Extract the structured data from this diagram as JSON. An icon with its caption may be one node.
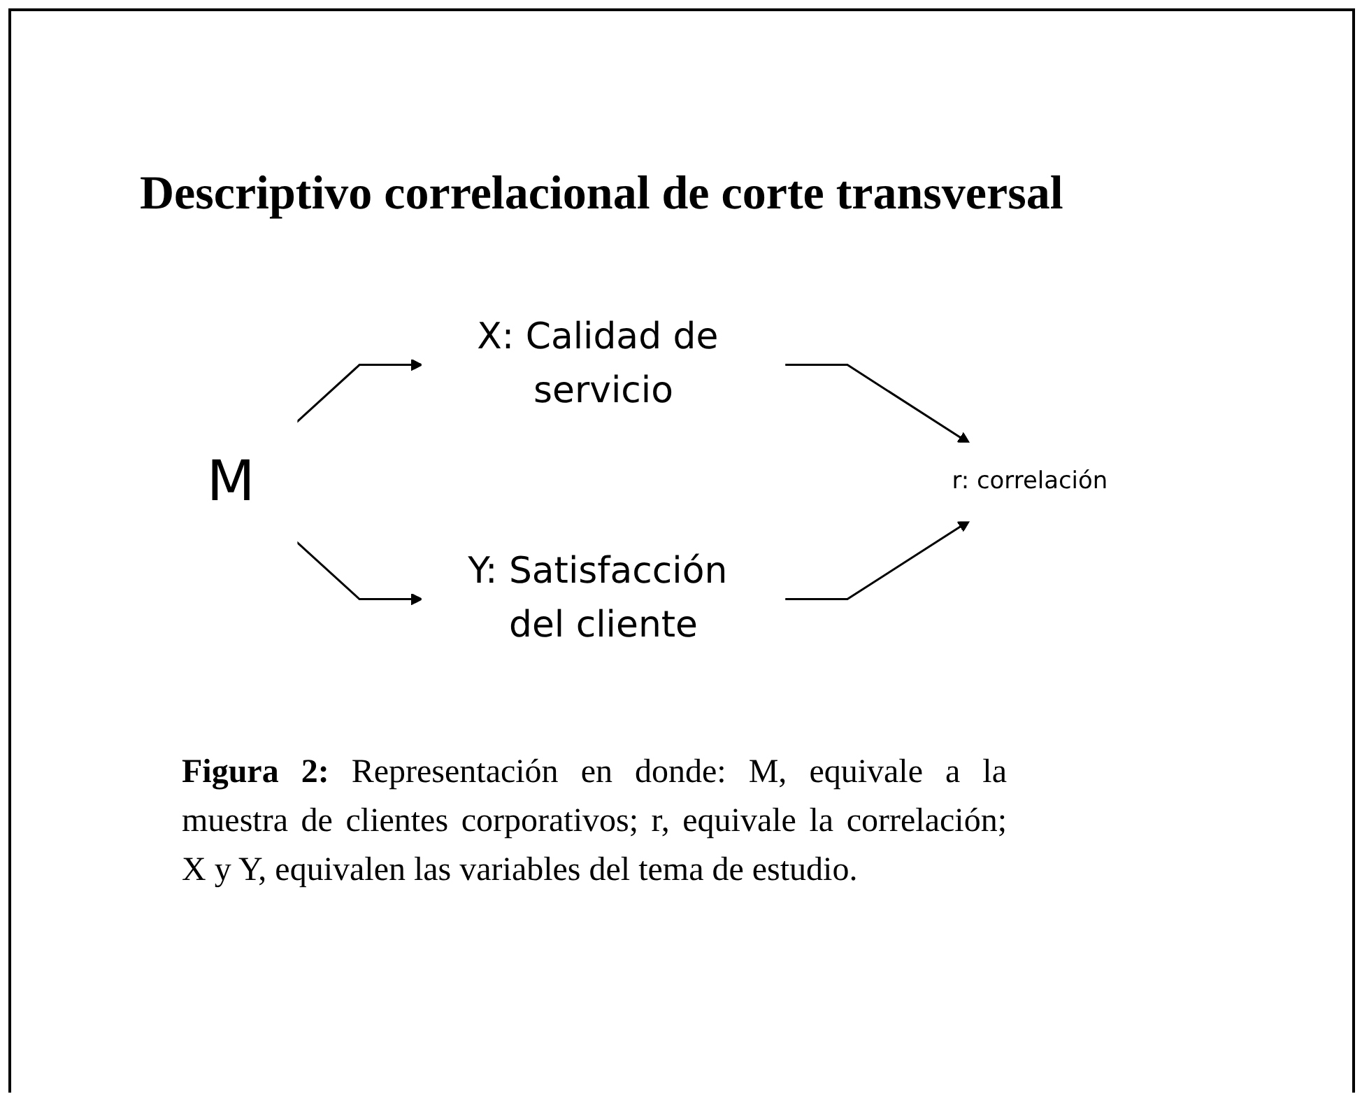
{
  "diagram": {
    "title": "Descriptivo correlacional de corte transversal",
    "caption": "**Figura 2:** Representación en donde: M, equivale a la muestra de clientes corporativos; r, equivale la correlación; X y Y, equivalen las variables del tema de estudio.",
    "nodes": [
      {
        "text": [
          "M"
        ]
      },
      {
        "text": [
          "X: Calidad de servicio"
        ]
      },
      {
        "text": [
          "r: correlación"
        ]
      },
      {
        "text": [
          "Y: Satisfacción del cliente"
        ]
      }
    ],
    "edges": [
      {
        "from": 0,
        "to": 1,
        "arrow": "to"
      },
      {
        "from": 0,
        "to": 3,
        "arrow": "to"
      },
      {
        "from": 1,
        "to": 2,
        "arrow": "to"
      },
      {
        "from": 3,
        "to": 2,
        "arrow": "to"
      }
    ]
  }
}
